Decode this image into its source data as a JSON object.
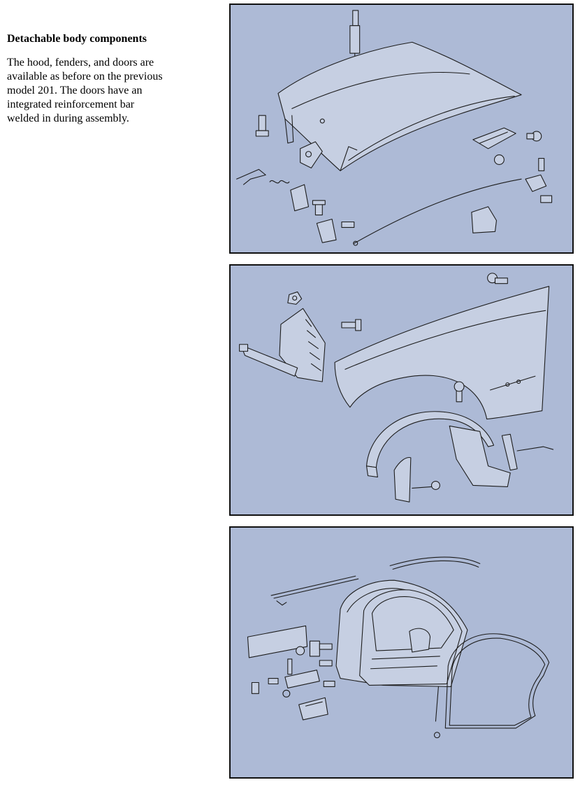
{
  "article": {
    "heading": "Detachable body components",
    "lines": [
      "The hood, fenders, and doors are",
      "available as before on the previous",
      "model 201. The doors have an",
      "integrated reinforcement bar",
      "welded in during assembly."
    ]
  },
  "colors": {
    "panel_background": "#adbad6",
    "panel_border": "#111111",
    "line_art": "#1c1c1c"
  }
}
